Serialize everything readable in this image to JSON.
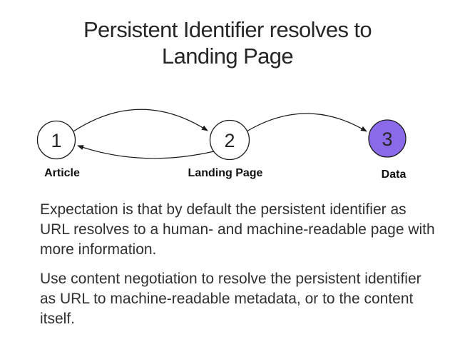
{
  "title": {
    "lines": [
      "Persistent Identifier resolves to",
      "Landing Page"
    ]
  },
  "diagram": {
    "nodes": [
      {
        "number": "1",
        "label": "Article",
        "fill": "#ffffff"
      },
      {
        "number": "2",
        "label": "Landing Page",
        "fill": "#ffffff"
      },
      {
        "number": "3",
        "label": "Data",
        "fill": "#8a6ae8"
      }
    ],
    "edges": [
      {
        "from": "Article",
        "to": "Landing Page",
        "style": "curved-up"
      },
      {
        "from": "Landing Page",
        "to": "Article",
        "style": "curved-down"
      },
      {
        "from": "Landing Page",
        "to": "Data",
        "style": "curved-up"
      }
    ]
  },
  "body": {
    "paragraph1_lines": [
      "Expectation is that by default the persistent identifier as",
      "URL resolves to a human- and machine-readable page with",
      "more information."
    ],
    "paragraph2_lines": [
      "Use content negotiation to resolve the persistent identifier",
      "as URL to machine-readable metadata, or to the content",
      "itself."
    ]
  },
  "colors": {
    "background": "#ffffff",
    "node_stroke": "#1a1a1a",
    "data_node_fill": "#8a6ae8",
    "text": "#303030"
  }
}
